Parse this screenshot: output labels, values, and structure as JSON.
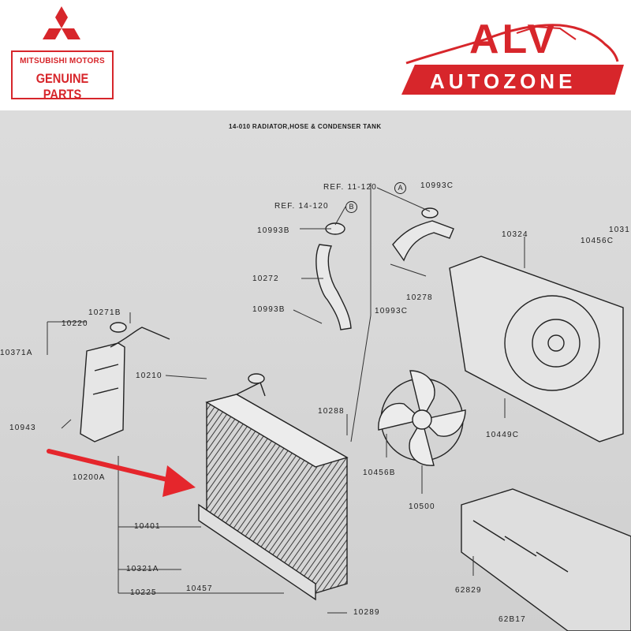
{
  "logos": {
    "mitsubishi": {
      "line1": "MITSUBISHI MOTORS",
      "line2": "GENUINE PARTS",
      "color": "#d7262b"
    },
    "alv": {
      "title": "ALV",
      "subtitle": "AUTOZONE",
      "color": "#d7262b"
    }
  },
  "diagram": {
    "title": "14-010 RADIATOR,HOSE & CONDENSER TANK",
    "highlight_arrow_color": "#e5262c",
    "part_labels": {
      "ref_11_120": "REF. 11-120",
      "ref_11_120_badge": "A",
      "ref_14_120": "REF. 14-120",
      "ref_14_120_badge": "B",
      "p10993c_top": "10993C",
      "p10993b_top": "10993B",
      "p10272": "10272",
      "p10278": "10278",
      "p10993c_mid": "10993C",
      "p10993b_mid": "10993B",
      "p10324": "10324",
      "p10456c": "10456C",
      "p1031": "1031",
      "p10271b": "10271B",
      "p10220": "10220",
      "p10371a": "10371A",
      "p10210": "10210",
      "p10943": "10943",
      "p10288": "10288",
      "p10449c": "10449C",
      "p10456b": "10456B",
      "p10200a": "10200A",
      "p10500": "10500",
      "p10401": "10401",
      "p10321a": "10321A",
      "p10457": "10457",
      "p10225": "10225",
      "p62829": "62829",
      "p10289": "10289",
      "p62b17": "62B17"
    }
  }
}
